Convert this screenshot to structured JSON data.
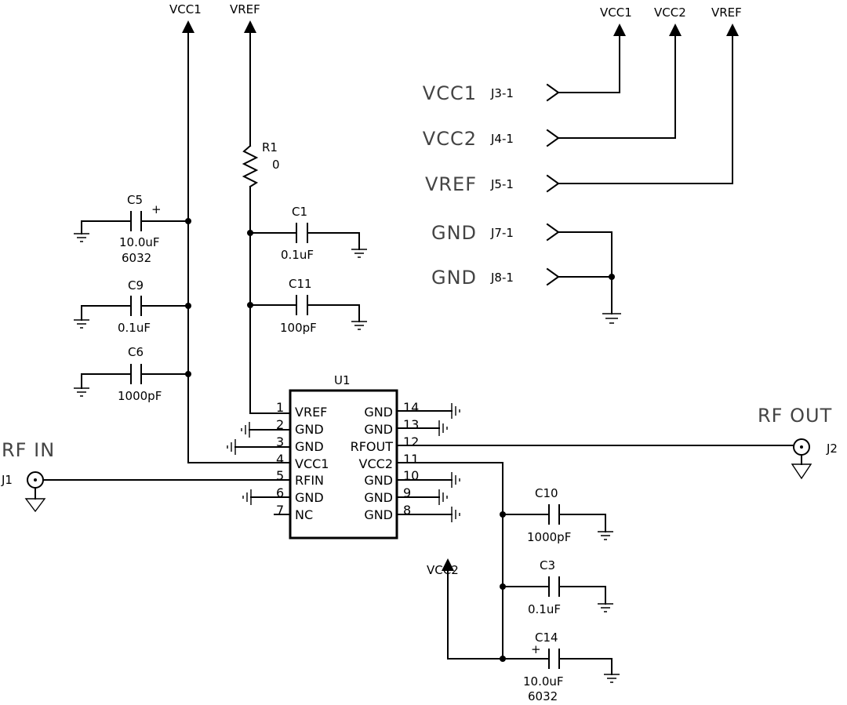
{
  "nets": {
    "top_vcc1": "VCC1",
    "top_vref": "VREF",
    "right_vcc1": "VCC1",
    "right_vcc2": "VCC2",
    "right_vref": "VREF",
    "vcc2_bottom": "VCC2",
    "rf_in": "RF  IN",
    "rf_out": "RF  OUT"
  },
  "connectors": [
    {
      "name": "VCC1",
      "ref": "J3-1"
    },
    {
      "name": "VCC2",
      "ref": "J4-1"
    },
    {
      "name": "VREF",
      "ref": "J5-1"
    },
    {
      "name": "GND",
      "ref": "J7-1"
    },
    {
      "name": "GND",
      "ref": "J8-1"
    }
  ],
  "components": {
    "R1": {
      "ref": "R1",
      "value": "0"
    },
    "C1": {
      "ref": "C1",
      "value": "0.1uF"
    },
    "C11": {
      "ref": "C11",
      "value": "100pF"
    },
    "C5": {
      "ref": "C5",
      "value": "10.0uF",
      "package": "6032"
    },
    "C9": {
      "ref": "C9",
      "value": "0.1uF"
    },
    "C6": {
      "ref": "C6",
      "value": "1000pF"
    },
    "C10": {
      "ref": "C10",
      "value": "1000pF"
    },
    "C3": {
      "ref": "C3",
      "value": "0.1uF"
    },
    "C14": {
      "ref": "C14",
      "value": "10.0uF",
      "package": "6032"
    },
    "J1": {
      "ref": "J1"
    },
    "J2": {
      "ref": "J2"
    }
  },
  "polarity_mark": "+",
  "ic": {
    "ref": "U1",
    "left_pins": [
      {
        "num": "1",
        "name": "VREF"
      },
      {
        "num": "2",
        "name": "GND"
      },
      {
        "num": "3",
        "name": "GND"
      },
      {
        "num": "4",
        "name": "VCC1"
      },
      {
        "num": "5",
        "name": "RFIN"
      },
      {
        "num": "6",
        "name": "GND"
      },
      {
        "num": "7",
        "name": "NC"
      }
    ],
    "right_pins": [
      {
        "num": "14",
        "name": "GND"
      },
      {
        "num": "13",
        "name": "GND"
      },
      {
        "num": "12",
        "name": "RFOUT"
      },
      {
        "num": "11",
        "name": "VCC2"
      },
      {
        "num": "10",
        "name": "GND"
      },
      {
        "num": "9",
        "name": "GND"
      },
      {
        "num": "8",
        "name": "GND"
      }
    ]
  }
}
